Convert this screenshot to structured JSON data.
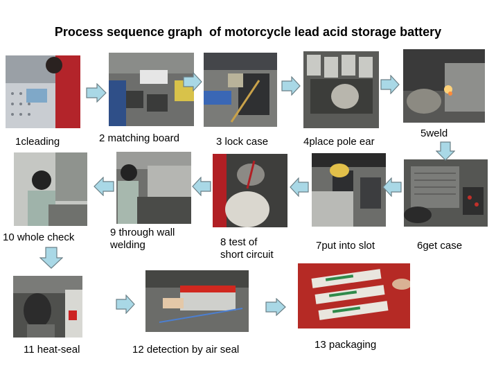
{
  "title": "Process sequence graph  of motorcycle lead acid storage battery",
  "colors": {
    "arrow_fill": "#a9d8e6",
    "arrow_stroke": "#6a7f86"
  },
  "steps": [
    {
      "label": "1cleading",
      "icon": "worker-cleaning-photo"
    },
    {
      "label": "2 matching board",
      "icon": "matching-board-photo"
    },
    {
      "label": "3 lock case",
      "icon": "lock-case-photo"
    },
    {
      "label": "4place pole ear",
      "icon": "pole-ear-photo"
    },
    {
      "label": "5weld",
      "icon": "welding-photo"
    },
    {
      "label": "6get case",
      "icon": "get-case-photo"
    },
    {
      "label": "7put into slot",
      "icon": "slot-photo"
    },
    {
      "label": "8 test of\nshort circuit",
      "icon": "short-circuit-test-photo"
    },
    {
      "label": "9 through wall\nwelding",
      "icon": "wall-welding-photo"
    },
    {
      "label": "10 whole check",
      "icon": "inspection-photo"
    },
    {
      "label": "11 heat-seal",
      "icon": "heat-seal-photo"
    },
    {
      "label": "12 detection by air seal",
      "icon": "air-seal-detection-photo"
    },
    {
      "label": "13 packaging",
      "icon": "packaging-photo"
    }
  ]
}
